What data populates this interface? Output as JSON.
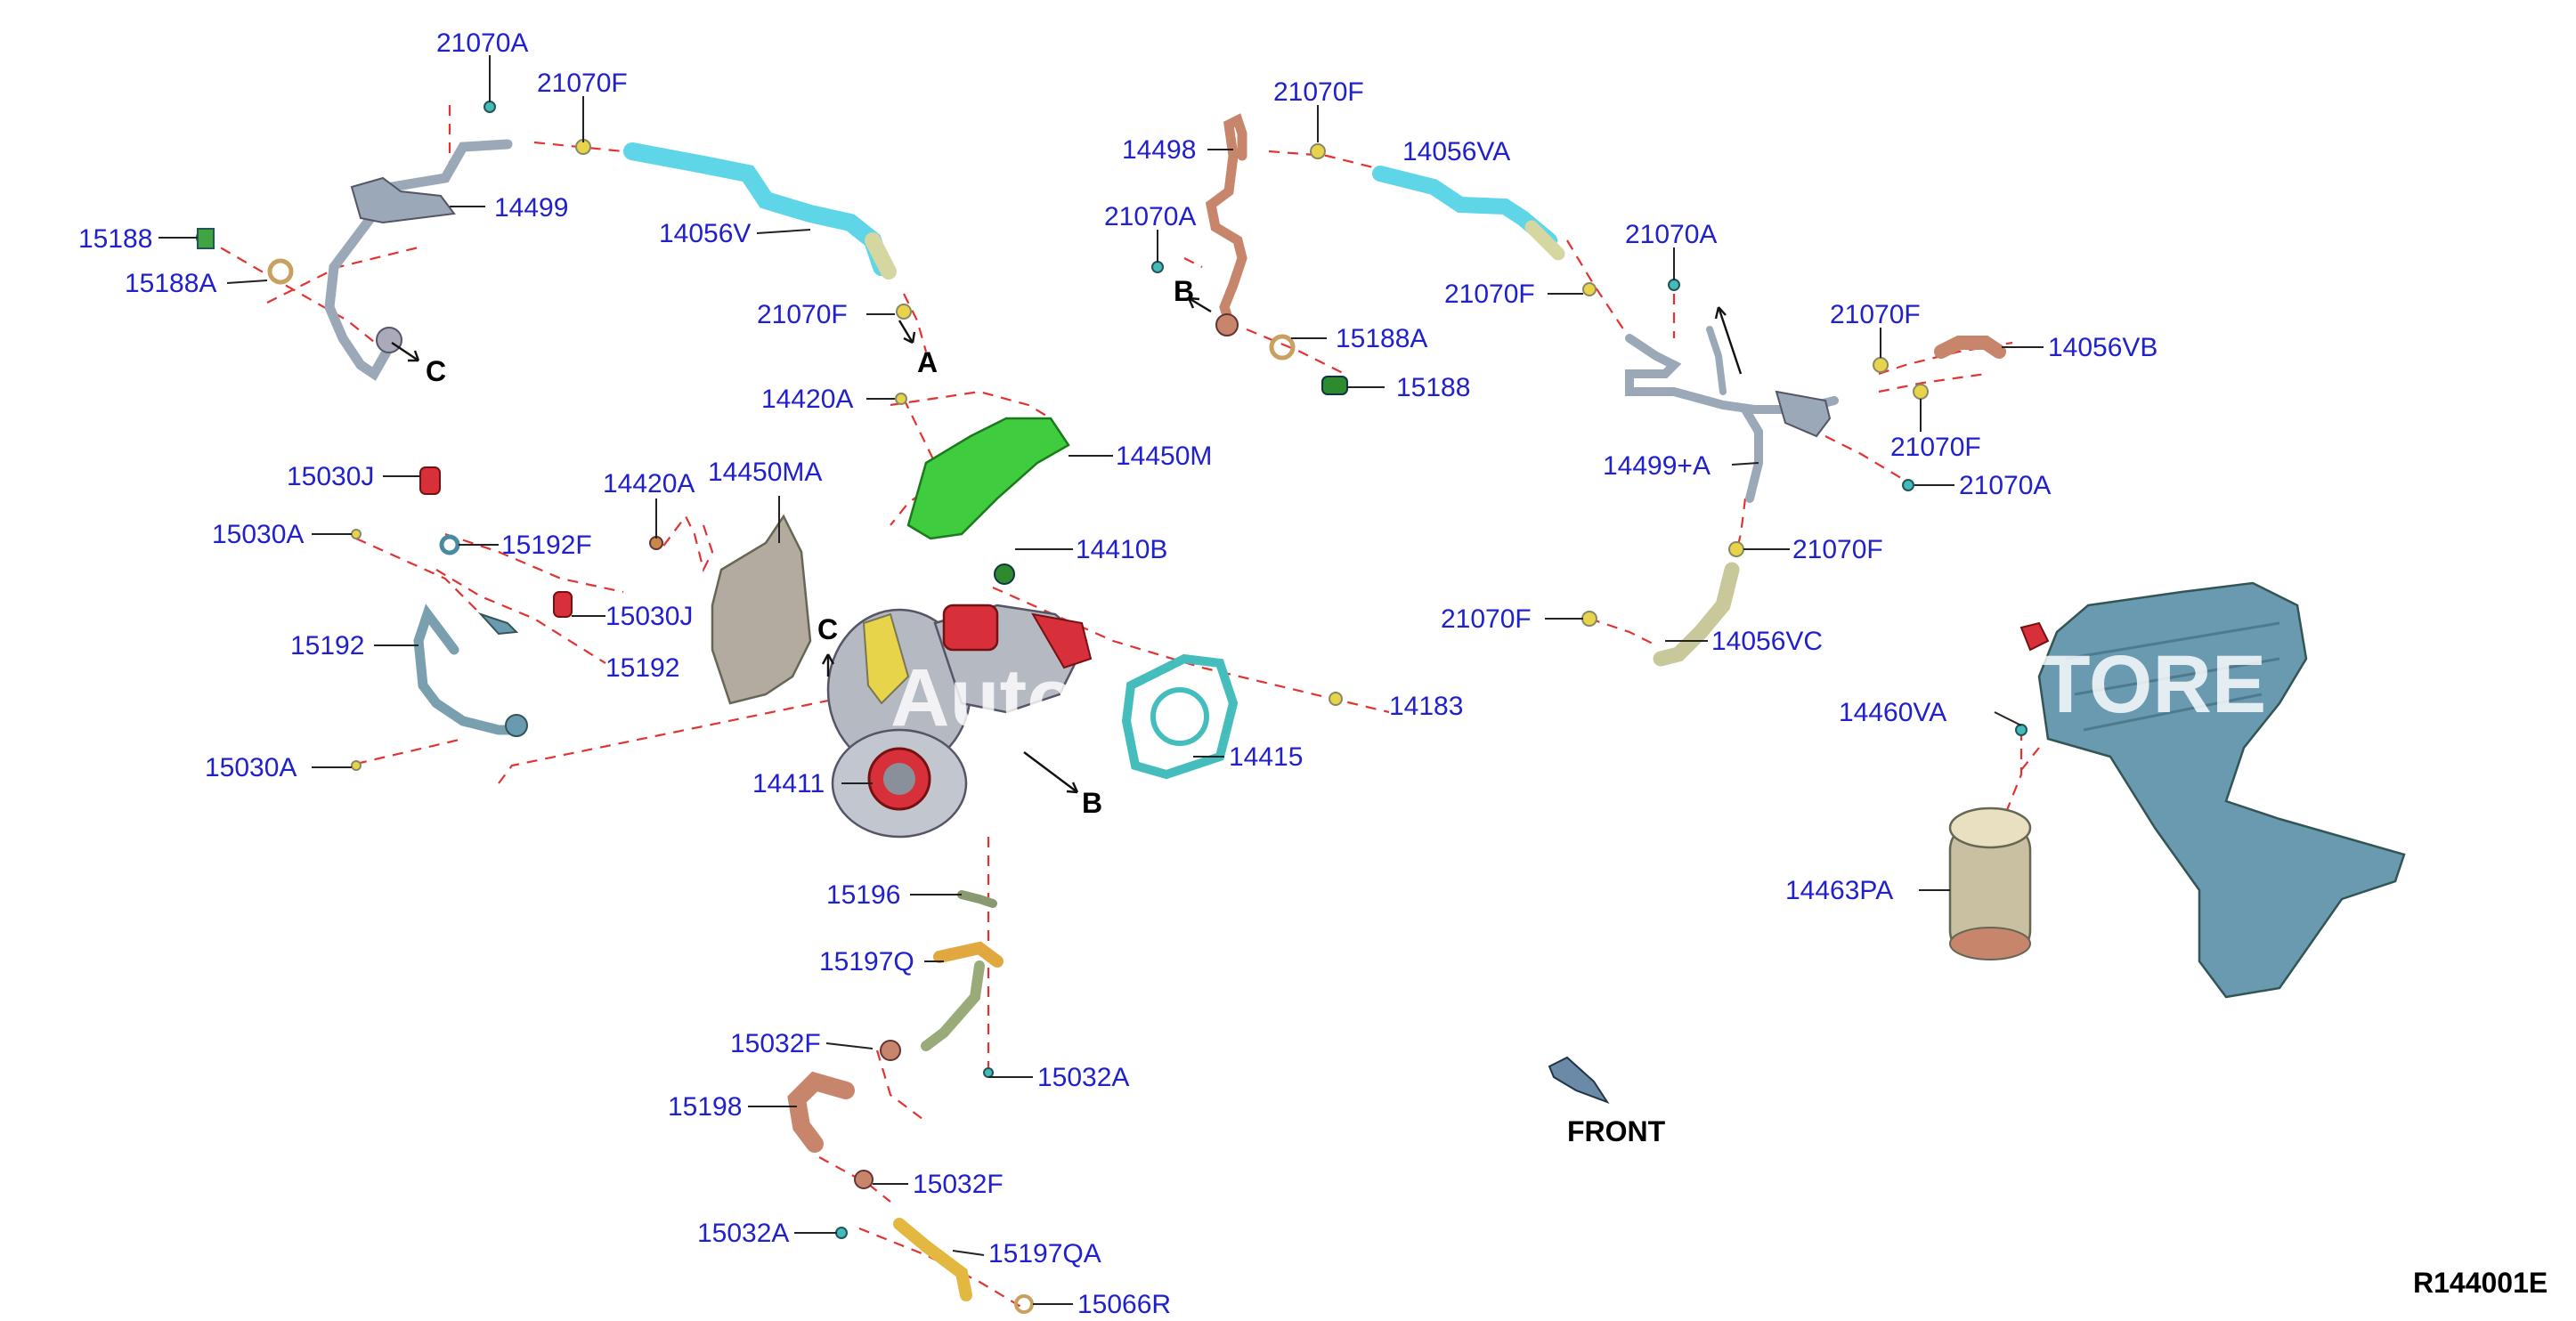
{
  "drawing_code": "R144001E",
  "front_label": "FRONT",
  "watermarks": [
    "Auto",
    "STORE"
  ],
  "callouts": [
    "A",
    "B",
    "C"
  ],
  "parts": [
    {
      "id": "p-21070A-1",
      "text": "21070A"
    },
    {
      "id": "p-21070F-1",
      "text": "21070F"
    },
    {
      "id": "p-15188-1",
      "text": "15188"
    },
    {
      "id": "p-15188A-1",
      "text": "15188A"
    },
    {
      "id": "p-14499",
      "text": "14499"
    },
    {
      "id": "p-14056V",
      "text": "14056V"
    },
    {
      "id": "p-21070F-2",
      "text": "21070F"
    },
    {
      "id": "p-14420A-1",
      "text": "14420A"
    },
    {
      "id": "p-15030J-1",
      "text": "15030J"
    },
    {
      "id": "p-15030A-1",
      "text": "15030A"
    },
    {
      "id": "p-15192F",
      "text": "15192F"
    },
    {
      "id": "p-14420A-2",
      "text": "14420A"
    },
    {
      "id": "p-14450MA",
      "text": "14450MA"
    },
    {
      "id": "p-15192",
      "text": "15192"
    },
    {
      "id": "p-15030J-2",
      "text": "15030J"
    },
    {
      "id": "p-15192-2",
      "text": "15192"
    },
    {
      "id": "p-15030A-2",
      "text": "15030A"
    },
    {
      "id": "p-14450M",
      "text": "14450M"
    },
    {
      "id": "p-14410B",
      "text": "14410B"
    },
    {
      "id": "p-14411",
      "text": "14411"
    },
    {
      "id": "p-14415",
      "text": "14415"
    },
    {
      "id": "p-14183",
      "text": "14183"
    },
    {
      "id": "p-15196",
      "text": "15196"
    },
    {
      "id": "p-15197Q",
      "text": "15197Q"
    },
    {
      "id": "p-15032F-1",
      "text": "15032F"
    },
    {
      "id": "p-15032A-1",
      "text": "15032A"
    },
    {
      "id": "p-15198",
      "text": "15198"
    },
    {
      "id": "p-15032F-2",
      "text": "15032F"
    },
    {
      "id": "p-15032A-2",
      "text": "15032A"
    },
    {
      "id": "p-15197QA",
      "text": "15197QA"
    },
    {
      "id": "p-15066R",
      "text": "15066R"
    },
    {
      "id": "p-14498",
      "text": "14498"
    },
    {
      "id": "p-21070F-3",
      "text": "21070F"
    },
    {
      "id": "p-14056VA",
      "text": "14056VA"
    },
    {
      "id": "p-21070A-2",
      "text": "21070A"
    },
    {
      "id": "p-15188A-2",
      "text": "15188A"
    },
    {
      "id": "p-15188-2",
      "text": "15188"
    },
    {
      "id": "p-21070F-4",
      "text": "21070F"
    },
    {
      "id": "p-21070A-3",
      "text": "21070A"
    },
    {
      "id": "p-21070F-5",
      "text": "21070F"
    },
    {
      "id": "p-14056VB",
      "text": "14056VB"
    },
    {
      "id": "p-21070F-6",
      "text": "21070F"
    },
    {
      "id": "p-21070A-4",
      "text": "21070A"
    },
    {
      "id": "p-14499A",
      "text": "14499+A"
    },
    {
      "id": "p-21070F-7",
      "text": "21070F"
    },
    {
      "id": "p-21070F-8",
      "text": "21070F"
    },
    {
      "id": "p-14056VC",
      "text": "14056VC"
    },
    {
      "id": "p-14460VA",
      "text": "14460VA"
    },
    {
      "id": "p-14463PA",
      "text": "14463PA"
    }
  ],
  "colors": {
    "label": "#2020cc",
    "leader_dash": "#e23333",
    "pipe_gray": "#9aa8b8",
    "pipe_cyan": "#5fd6e8",
    "bracket_green": "#3fcc3f",
    "turbo_red": "#d8303a",
    "gasket_teal": "#45bdbd",
    "hose_copper": "#c7866c",
    "duct_blue": "#6a9ab0",
    "fitting_yellow": "#e8d44a"
  }
}
